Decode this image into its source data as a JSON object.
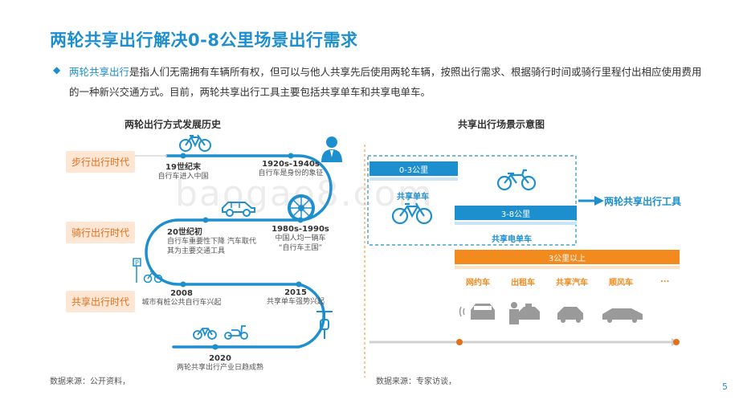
{
  "title": "两轮共享出行解决0-8公里场景出行需求",
  "intro": {
    "highlight": "两轮共享出行",
    "text": "是指人们无需拥有车辆所有权，但可以与他人共享先后使用两轮车辆，按照出行需求、根据骑行时间或骑行里程付出相应使用费用的一种新兴交通方式。目前，两轮共享出行工具主要包括共享单车和共享电单车。"
  },
  "left": {
    "subtitle": "两轮出行方式发展历史",
    "eras": [
      "步行出行时代",
      "骑行出行时代",
      "共享出行时代"
    ],
    "milestones": [
      {
        "year": "19世纪末",
        "desc": "自行车进入中国"
      },
      {
        "year": "1920s-1940s",
        "desc": "自行车是身份的象征"
      },
      {
        "year": "20世纪初",
        "desc": "自行车重要性下降 汽车取代其为主要交通工具"
      },
      {
        "year": "1980s-1990s",
        "desc": "中国人均一辆车 “自行车王国”"
      },
      {
        "year": "2008",
        "desc": "城市有桩公共自行车兴起"
      },
      {
        "year": "2015",
        "desc": "共享单车强势兴起"
      },
      {
        "year": "2020",
        "desc": "两轮共享出行产业日趋成熟"
      }
    ],
    "source": "数据来源：公开资料，"
  },
  "right": {
    "subtitle": "共享出行场景示意图",
    "bar1": "0-3公里",
    "bar1_label": "共享单车",
    "bar2": "3-8公里",
    "bar2_label": "共享电单车",
    "conclusion": "两轮共享出行工具",
    "bar3": "3公里以上",
    "modes": [
      "网约车",
      "出租车",
      "共享汽车",
      "顺风车",
      "..."
    ],
    "source": "数据来源：专家访谈，"
  },
  "watermark": "baogao8.com",
  "page": "5",
  "colors": {
    "accent": "#1d8fcf",
    "orange": "#f28a1e"
  }
}
